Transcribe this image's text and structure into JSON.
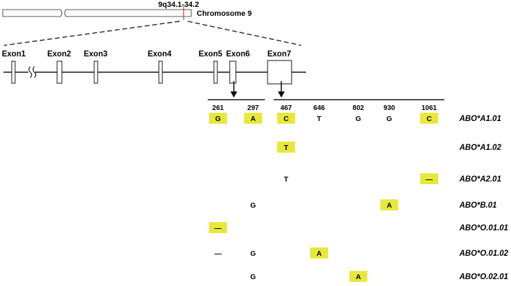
{
  "chromosome": {
    "band": "9q34.1-34.2",
    "label": "Chromosome 9"
  },
  "exons": [
    {
      "label": "Exon1"
    },
    {
      "label": "Exon2"
    },
    {
      "label": "Exon3"
    },
    {
      "label": "Exon4"
    },
    {
      "label": "Exon5"
    },
    {
      "label": "Exon6"
    },
    {
      "label": "Exon7"
    }
  ],
  "positions": [
    "261",
    "297",
    "467",
    "646",
    "802",
    "930",
    "1061"
  ],
  "highlight_color": "#e8e83a",
  "alleles": [
    {
      "name": "ABO*A1.01",
      "cells": [
        {
          "col": 0,
          "text": "G",
          "hl": true
        },
        {
          "col": 1,
          "text": "A",
          "hl": true
        },
        {
          "col": 2,
          "text": "C",
          "hl": true
        },
        {
          "col": 3,
          "text": "T",
          "hl": false
        },
        {
          "col": 4,
          "text": "G",
          "hl": false
        },
        {
          "col": 5,
          "text": "G",
          "hl": false
        },
        {
          "col": 6,
          "text": "C",
          "hl": true
        }
      ]
    },
    {
      "name": "ABO*A1.02",
      "cells": [
        {
          "col": 2,
          "text": "T",
          "hl": true
        }
      ]
    },
    {
      "name": "ABO*A2.01",
      "cells": [
        {
          "col": 2,
          "text": "T",
          "hl": false
        },
        {
          "col": 6,
          "text": "—",
          "hl": true
        }
      ]
    },
    {
      "name": "ABO*B.01",
      "cells": [
        {
          "col": 1,
          "text": "G",
          "hl": false
        },
        {
          "col": 5,
          "text": "A",
          "hl": true
        }
      ]
    },
    {
      "name": "ABO*O.01.01",
      "cells": [
        {
          "col": 0,
          "text": "—",
          "hl": true
        }
      ]
    },
    {
      "name": "ABO*O.01.02",
      "cells": [
        {
          "col": 0,
          "text": "—",
          "hl": false
        },
        {
          "col": 1,
          "text": "G",
          "hl": false
        },
        {
          "col": 3,
          "text": "A",
          "hl": true
        }
      ]
    },
    {
      "name": "ABO*O.02.01",
      "cells": [
        {
          "col": 1,
          "text": "G",
          "hl": false
        },
        {
          "col": 4,
          "text": "A",
          "hl": true
        }
      ]
    }
  ]
}
